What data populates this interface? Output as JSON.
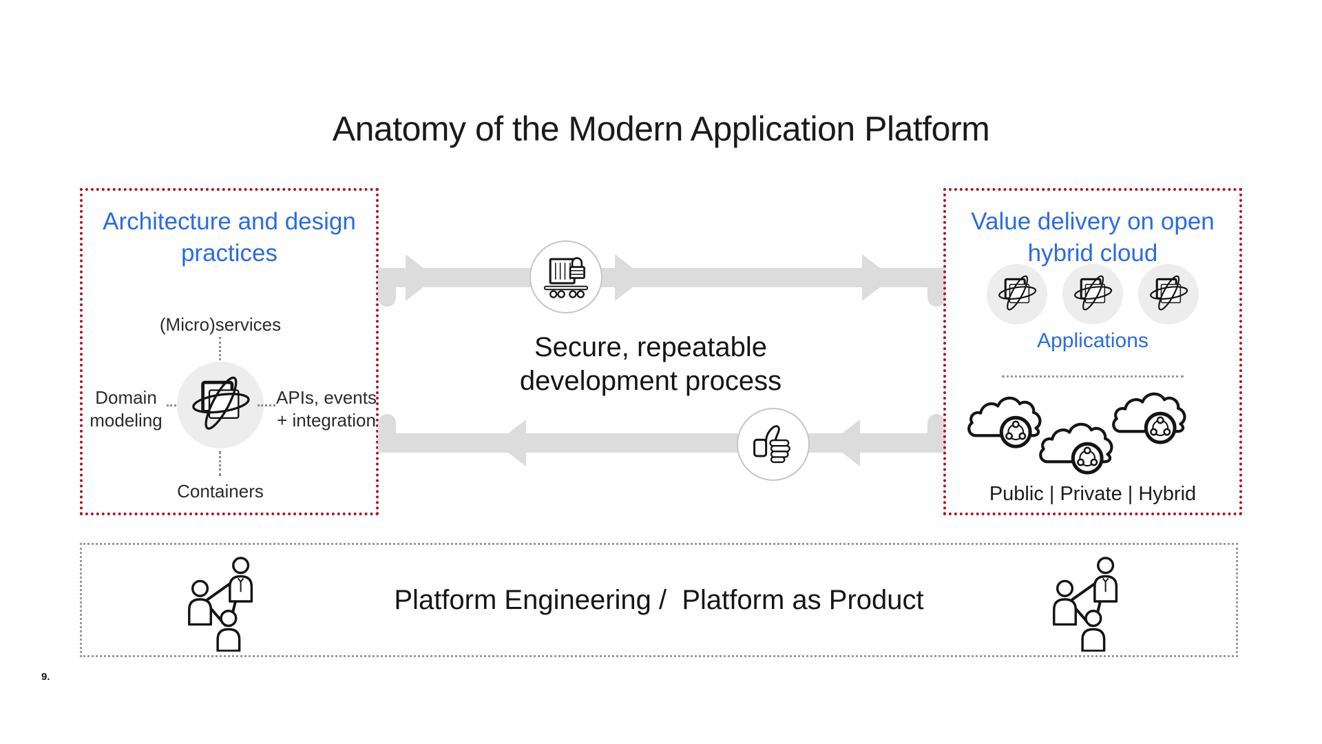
{
  "slide": {
    "title": "Anatomy of the Modern Application Platform",
    "page_number": "9."
  },
  "left_box": {
    "title": "Architecture and design practices",
    "center_icon": "application-components-icon",
    "labels": {
      "top": "(Micro)services",
      "left": "Domain modeling",
      "right": "APIs, events + integration",
      "bottom": "Containers"
    }
  },
  "pipeline": {
    "caption": "Secure, repeatable development process",
    "top_icon": "secure-container-cart-icon",
    "bottom_icon": "thumbs-up-icon"
  },
  "right_box": {
    "title": "Value delivery on open hybrid cloud",
    "applications_label": "Applications",
    "application_icons": [
      "application-icon",
      "application-icon",
      "application-icon"
    ],
    "footprints_label": "Public | Private | Hybrid"
  },
  "bottom_box": {
    "label": "Platform Engineering /  Platform as Product",
    "left_icon": "team-network-icon",
    "right_icon": "team-network-icon"
  },
  "colors": {
    "accent_blue": "#2b6ce0",
    "accent_red": "#b0121c",
    "band_gray": "#dcdcdc",
    "bottom_border_gray": "#9a9a9a",
    "text_dark": "#151515"
  }
}
